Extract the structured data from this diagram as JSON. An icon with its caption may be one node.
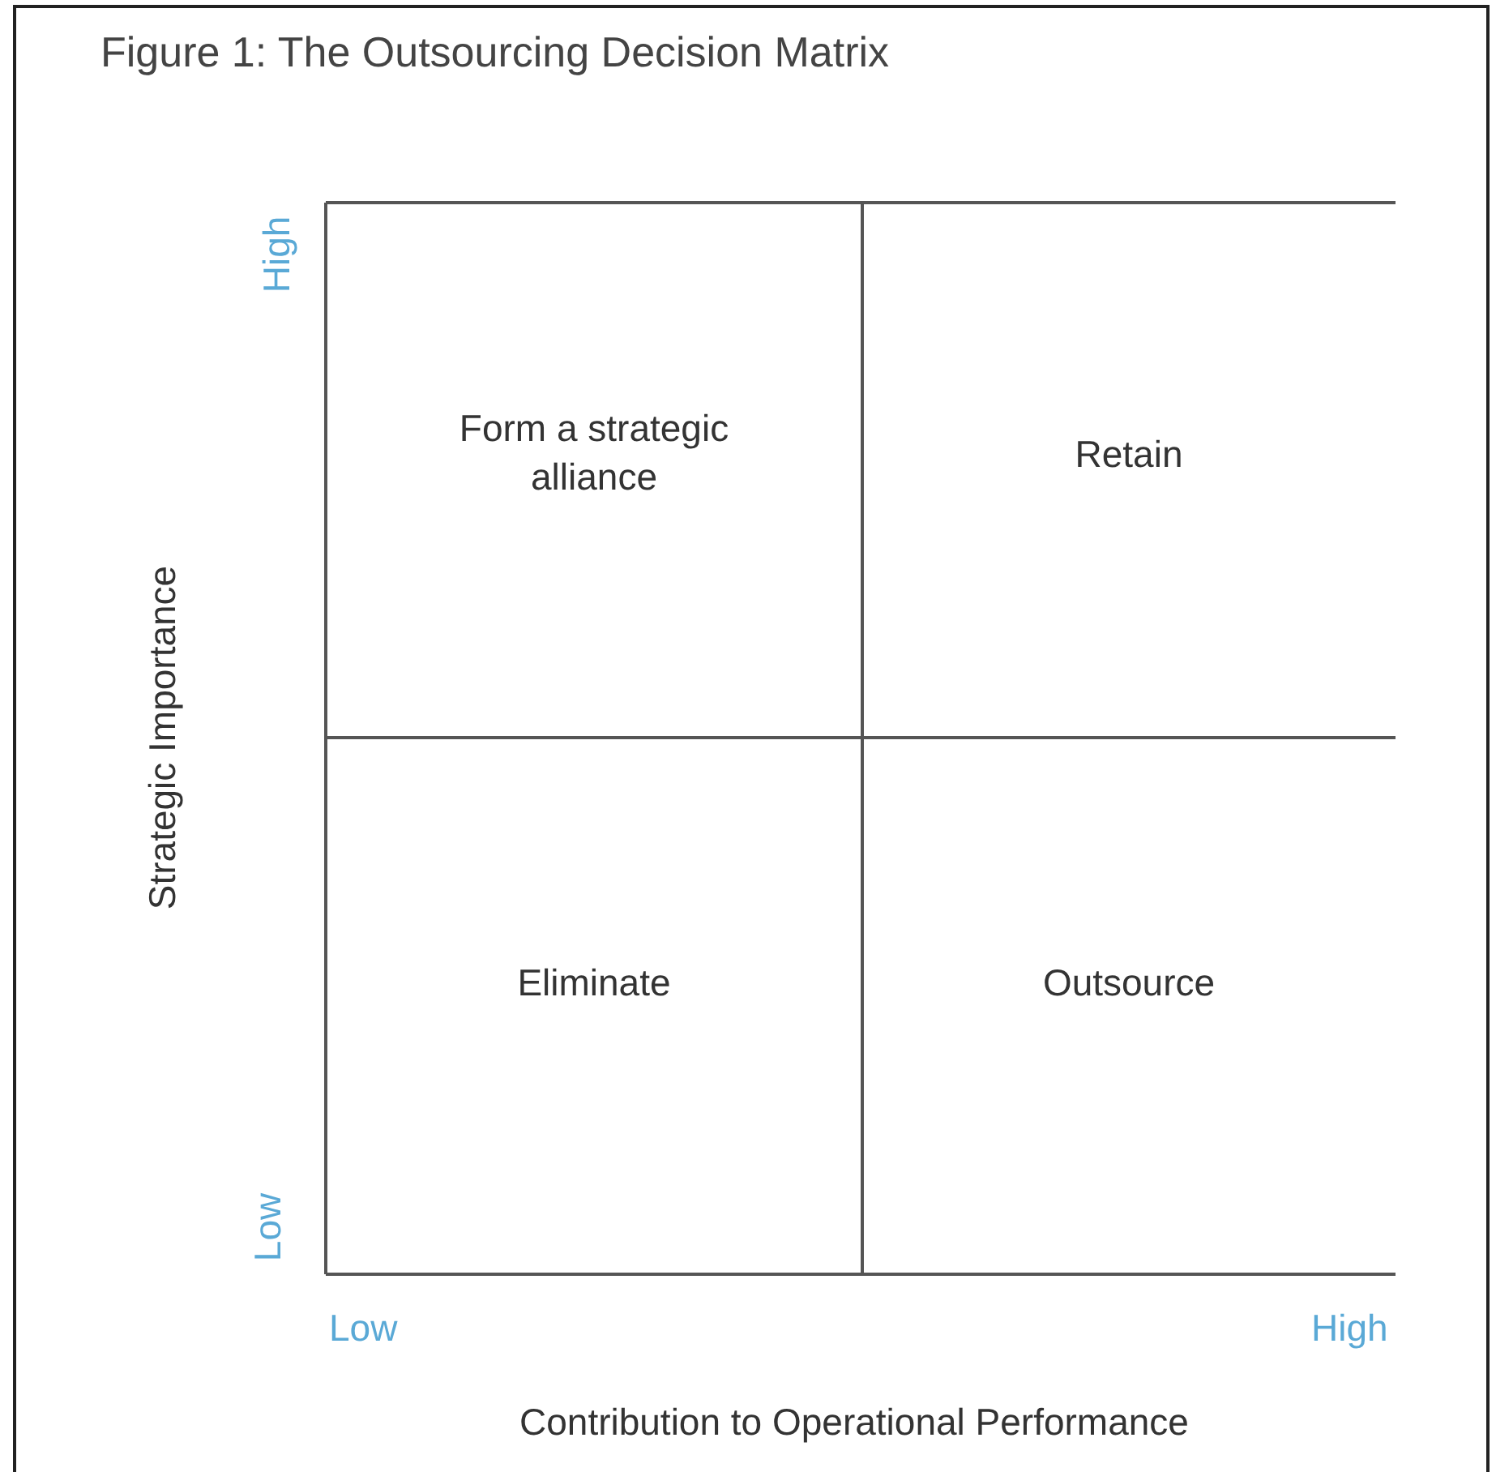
{
  "diagram": {
    "title": "Figure 1: The Outsourcing Decision Matrix",
    "nodes": [
      {
        "text": [
          "Form a strategic alliance"
        ]
      },
      {
        "text": [
          "Retain"
        ]
      },
      {
        "text": [
          "Eliminate"
        ]
      },
      {
        "text": [
          "Outsource"
        ]
      }
    ],
    "edges": [],
    "labels": [
      "High",
      "Low",
      "Strategic Importance",
      "Low",
      "High",
      "Contribution to Operational Performance"
    ]
  }
}
